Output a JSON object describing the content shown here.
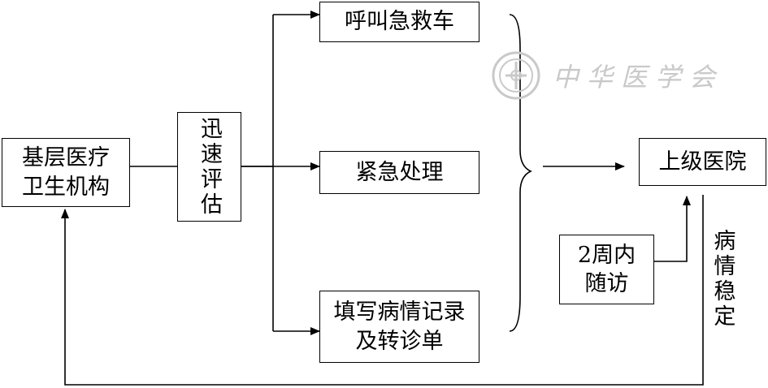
{
  "boxes": {
    "primary_care": [
      "基层医疗",
      "卫生机构"
    ],
    "assessment": "迅速评估",
    "call_ambulance": "呼叫急救车",
    "emergency_treatment": "紧急处理",
    "fill_records": [
      "填写病情记录",
      "及转诊单"
    ],
    "higher_hospital": "上级医院",
    "followup": [
      "2周内",
      "随访"
    ]
  },
  "labels": {
    "stable": "病情稳定"
  },
  "watermark": {
    "text": "中华医学会",
    "color": "#c9c9c9"
  }
}
